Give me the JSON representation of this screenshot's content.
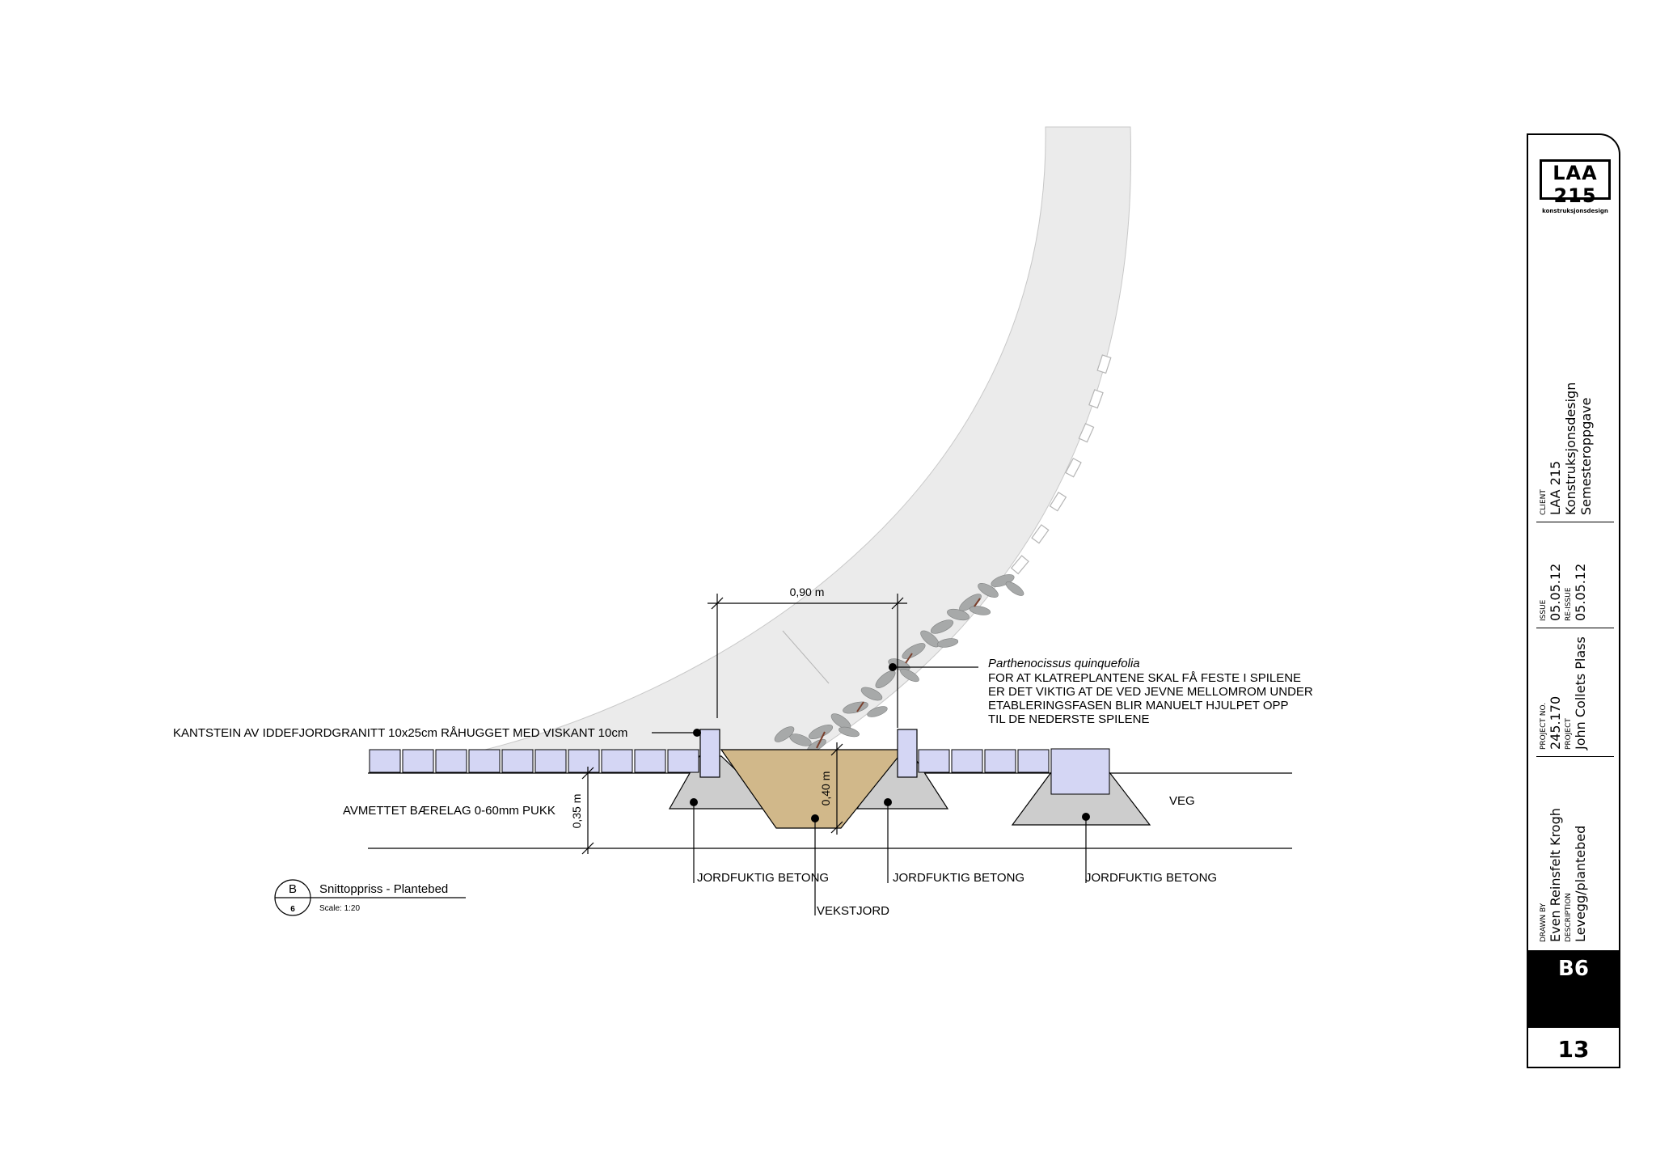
{
  "drawing": {
    "annotations": {
      "kantstein": "KANTSTEIN AV IDDEFJORDGRANITT 10x25cm RÅHUGGET MED VISKANT 10cm",
      "baerelag": "AVMETTET BÆRELAG 0-60mm PUKK",
      "plant_name": "Parthenocissus quinquefolia",
      "plant_note": [
        "FOR AT KLATREPLANTENE SKAL FÅ FESTE I SPILENE",
        "ER DET VIKTIG AT DE VED JEVNE MELLOMROM UNDER",
        "ETABLERINGSFASEN BLIR MANUELT HJULPET OPP",
        "TIL DE NEDERSTE SPILENE"
      ],
      "betong_1": "JORDFUKTIG BETONG",
      "betong_2": "JORDFUKTIG BETONG",
      "betong_3": "JORDFUKTIG BETONG",
      "vekstjord": "VEKSTJORD",
      "veg": "VEG"
    },
    "dimensions": {
      "width": "0,90 m",
      "depth_bed": "0,40 m",
      "depth_base": "0,35 m"
    },
    "section_tag": {
      "letter": "B",
      "sheet": "6",
      "title": "Snittoppriss - Plantebed",
      "scale": "Scale:  1:20"
    }
  },
  "title_block": {
    "logo_main": "LAA 215",
    "logo_sub": "konstruksjonsdesign",
    "client_caption": "CLIENT",
    "client_lines": [
      "LAA 215",
      "Konstruksjonsdesign",
      "Semesteroppgave"
    ],
    "issue_caption": "ISSUE",
    "issue_date": "05.05.12",
    "reissue_caption": "RE-ISSUE",
    "reissue_date": "05.05.12",
    "project_no_caption": "PROJECT NO.",
    "project_no": "245.170",
    "project_caption": "PROJECT",
    "project": "John Collets Plass",
    "drawn_by_caption": "DRAWN BY",
    "drawn_by": "Even Reinsfelt Krogh",
    "description_caption": "DESCRIPTION",
    "description": "Levegg/plantebed",
    "sheet_id": "B6",
    "sheet_number": "13"
  },
  "colors": {
    "paving": "#d4d6f4",
    "soil": "#d1b88a",
    "concrete": "#cdcdcd",
    "wall": "#ebebeb",
    "foliage": "#a7a9a9"
  }
}
